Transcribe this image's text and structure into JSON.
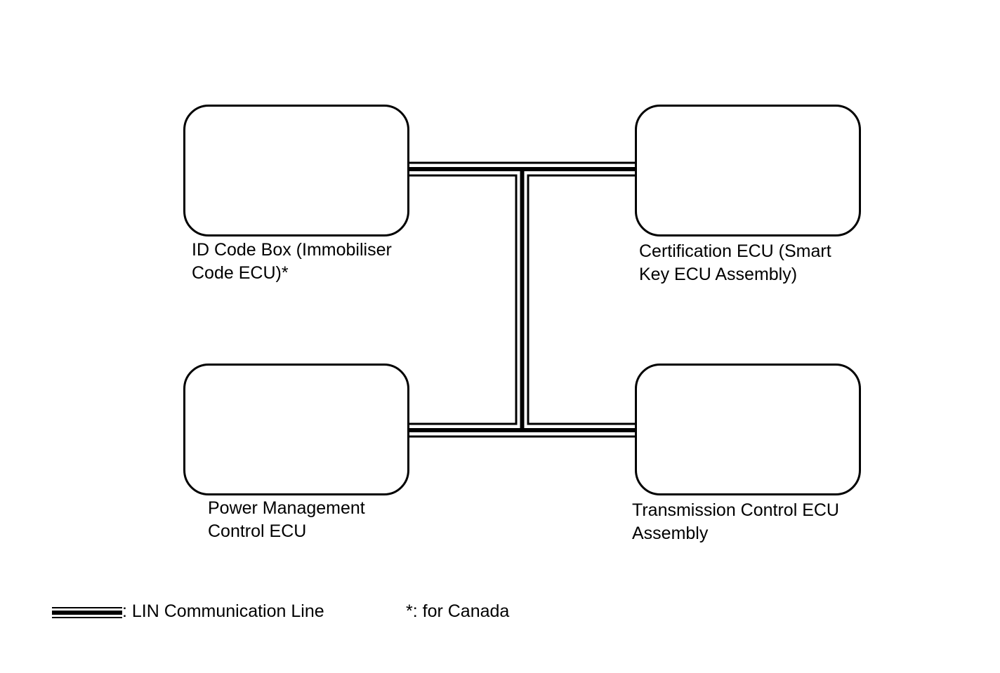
{
  "nodes": [
    {
      "id": "id-code-box",
      "lines": [
        "ID Code Box (Immobiliser",
        "Code ECU)*"
      ]
    },
    {
      "id": "certification-ecu",
      "lines": [
        "Certification ECU (Smart",
        "Key ECU Assembly)"
      ]
    },
    {
      "id": "power-management-ecu",
      "lines": [
        "Power Management",
        "Control ECU"
      ]
    },
    {
      "id": "transmission-control-ecu",
      "lines": [
        "Transmission Control ECU",
        "Assembly"
      ]
    }
  ],
  "legend": {
    "lin_line_label": ": LIN Communication Line",
    "footnote": "*: for Canada"
  }
}
